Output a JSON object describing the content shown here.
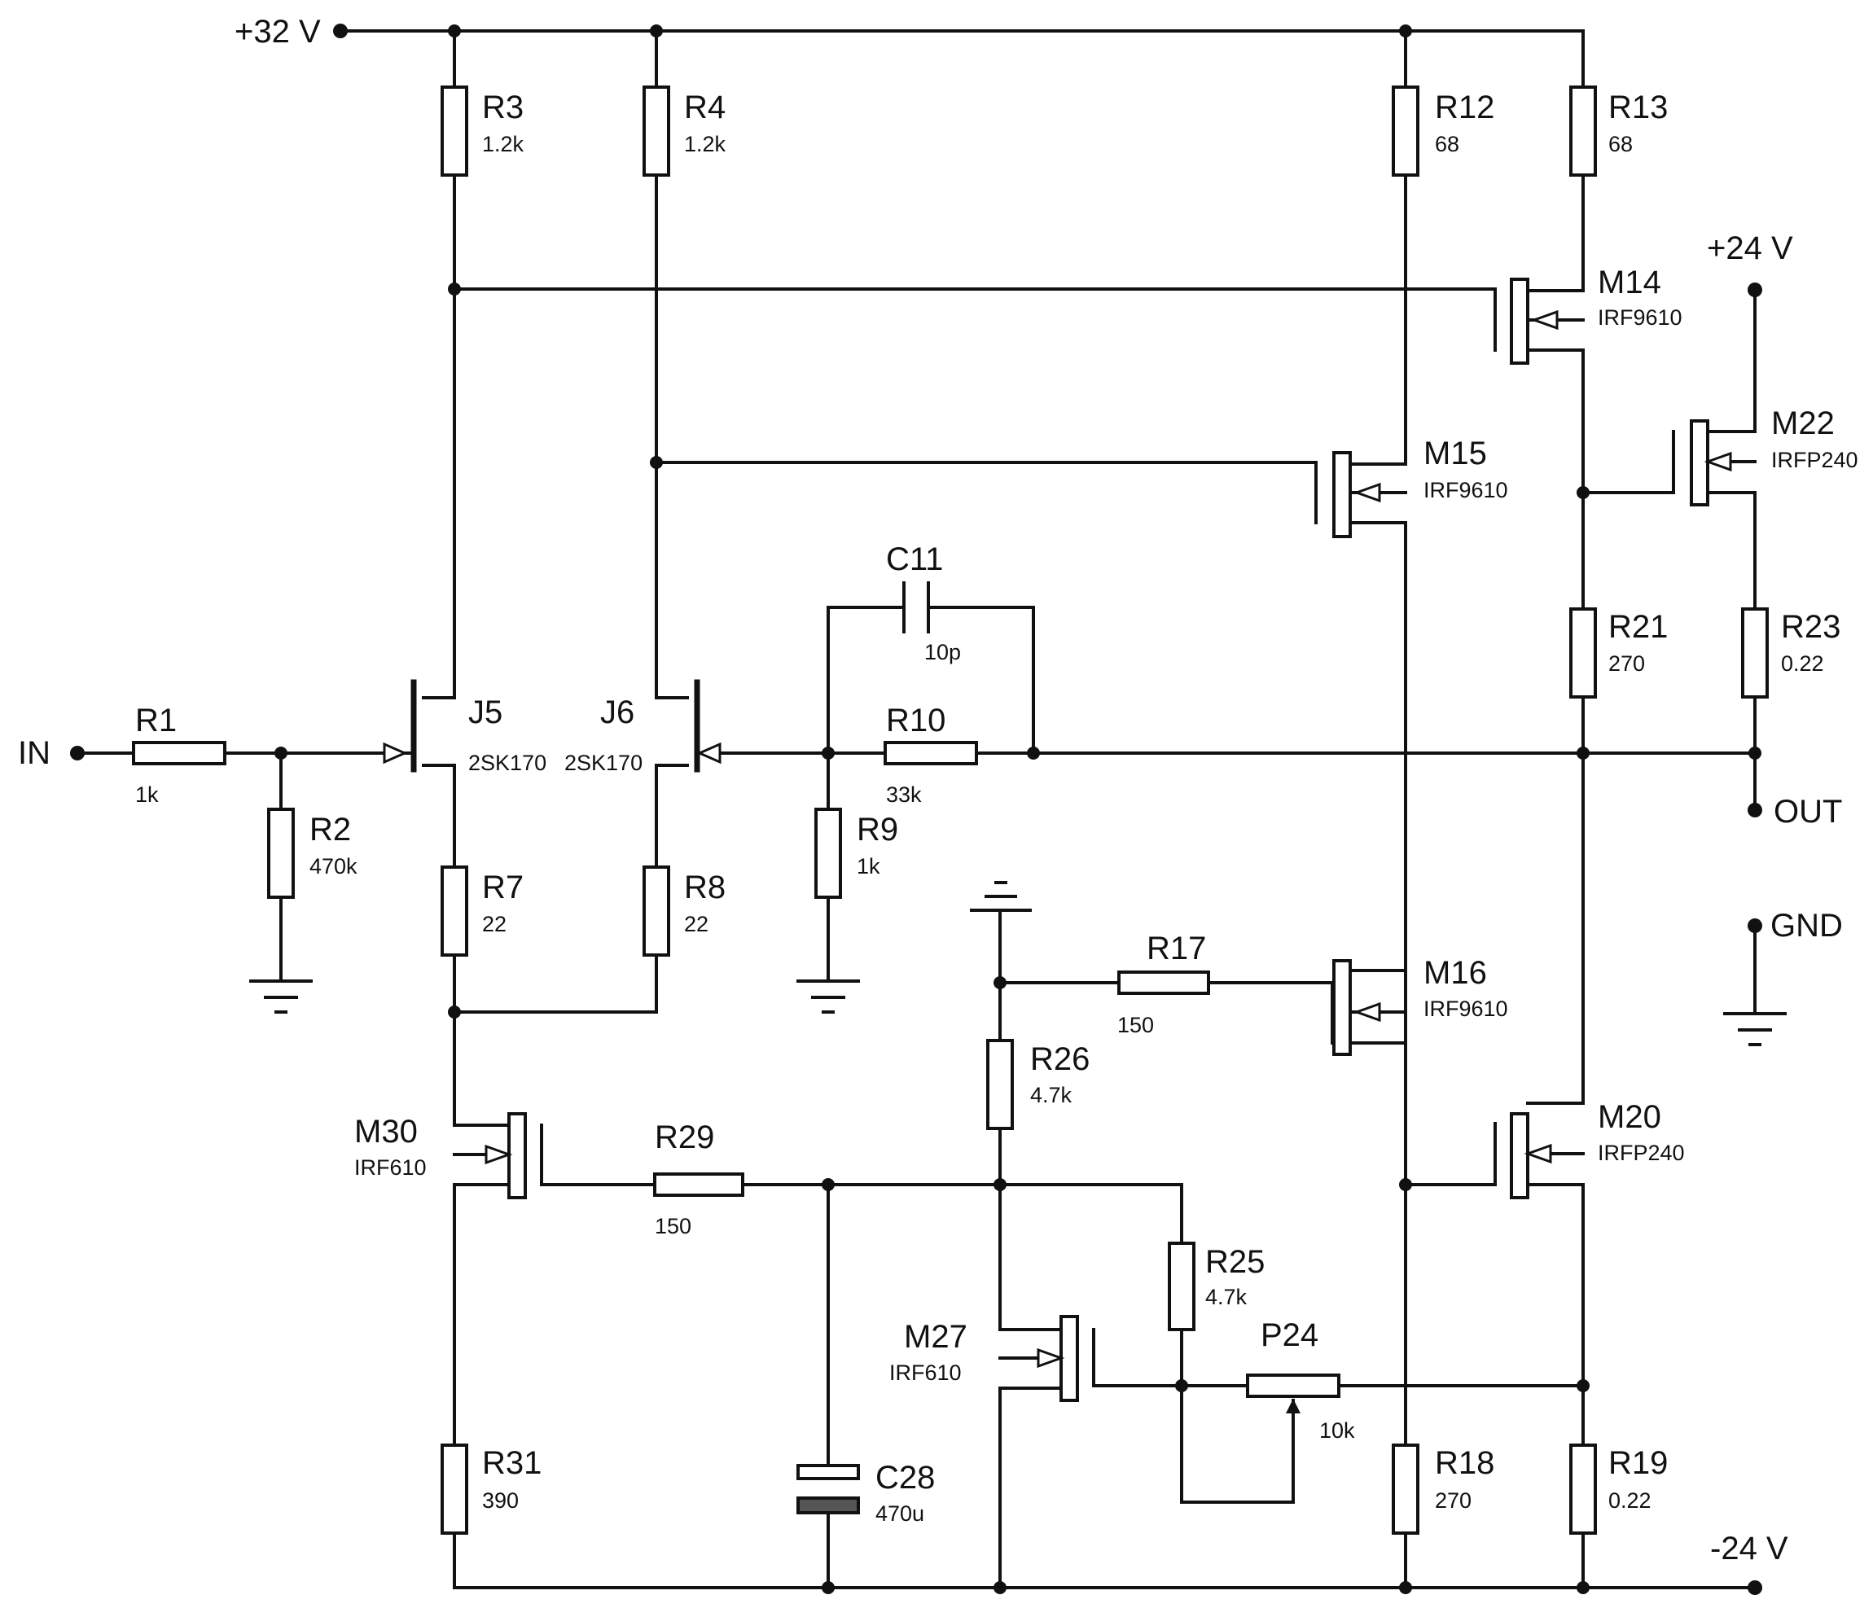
{
  "rails": {
    "vplus32": "+32 V",
    "vplus24": "+24 V",
    "vminus24": "-24 V"
  },
  "ports": {
    "in": "IN",
    "out": "OUT",
    "gnd": "GND"
  },
  "components": {
    "R1": {
      "ref": "R1",
      "value": "1k"
    },
    "R2": {
      "ref": "R2",
      "value": "470k"
    },
    "R3": {
      "ref": "R3",
      "value": "1.2k"
    },
    "R4": {
      "ref": "R4",
      "value": "1.2k"
    },
    "R7": {
      "ref": "R7",
      "value": "22"
    },
    "R8": {
      "ref": "R8",
      "value": "22"
    },
    "R9": {
      "ref": "R9",
      "value": "1k"
    },
    "R10": {
      "ref": "R10",
      "value": "33k"
    },
    "C11": {
      "ref": "C11",
      "value": "10p"
    },
    "R12": {
      "ref": "R12",
      "value": "68"
    },
    "R13": {
      "ref": "R13",
      "value": "68"
    },
    "M14": {
      "ref": "M14",
      "value": "IRF9610"
    },
    "M15": {
      "ref": "M15",
      "value": "IRF9610"
    },
    "M16": {
      "ref": "M16",
      "value": "IRF9610"
    },
    "R17": {
      "ref": "R17",
      "value": "150"
    },
    "R18": {
      "ref": "R18",
      "value": "270"
    },
    "R19": {
      "ref": "R19",
      "value": "0.22"
    },
    "M20": {
      "ref": "M20",
      "value": "IRFP240"
    },
    "R21": {
      "ref": "R21",
      "value": "270"
    },
    "M22": {
      "ref": "M22",
      "value": "IRFP240"
    },
    "R23": {
      "ref": "R23",
      "value": "0.22"
    },
    "P24": {
      "ref": "P24",
      "value": "10k"
    },
    "R25": {
      "ref": "R25",
      "value": "4.7k"
    },
    "R26": {
      "ref": "R26",
      "value": "4.7k"
    },
    "M27": {
      "ref": "M27",
      "value": "IRF610"
    },
    "C28": {
      "ref": "C28",
      "value": "470u"
    },
    "R29": {
      "ref": "R29",
      "value": "150"
    },
    "M30": {
      "ref": "M30",
      "value": "IRF610"
    },
    "R31": {
      "ref": "R31",
      "value": "390"
    },
    "J5": {
      "ref": "J5",
      "value": "2SK170"
    },
    "J6": {
      "ref": "J6",
      "value": "2SK170"
    }
  }
}
